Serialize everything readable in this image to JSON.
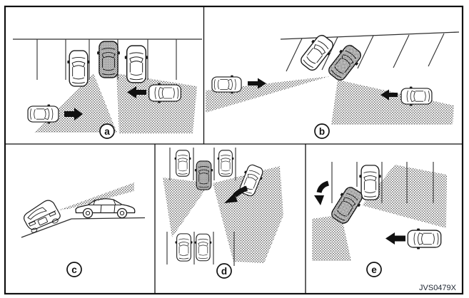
{
  "figure_code": "JVS0479X",
  "panels": [
    {
      "id": "a",
      "label": "a"
    },
    {
      "id": "b",
      "label": "b"
    },
    {
      "id": "c",
      "label": "c"
    },
    {
      "id": "d",
      "label": "d"
    },
    {
      "id": "e",
      "label": "e"
    }
  ],
  "colors": {
    "ink": "#1a1a1a",
    "stipple_dots": "#3f3f3f",
    "paper": "#ffffff"
  },
  "icons": {
    "subject_vehicle": "hatched-top-view-car",
    "other_vehicle": "outline-top-view-car",
    "detection_zone": "dotted-fan-shape",
    "direction_arrow": "solid-black-arrow",
    "turning_arrow": "curved-black-arrow"
  }
}
